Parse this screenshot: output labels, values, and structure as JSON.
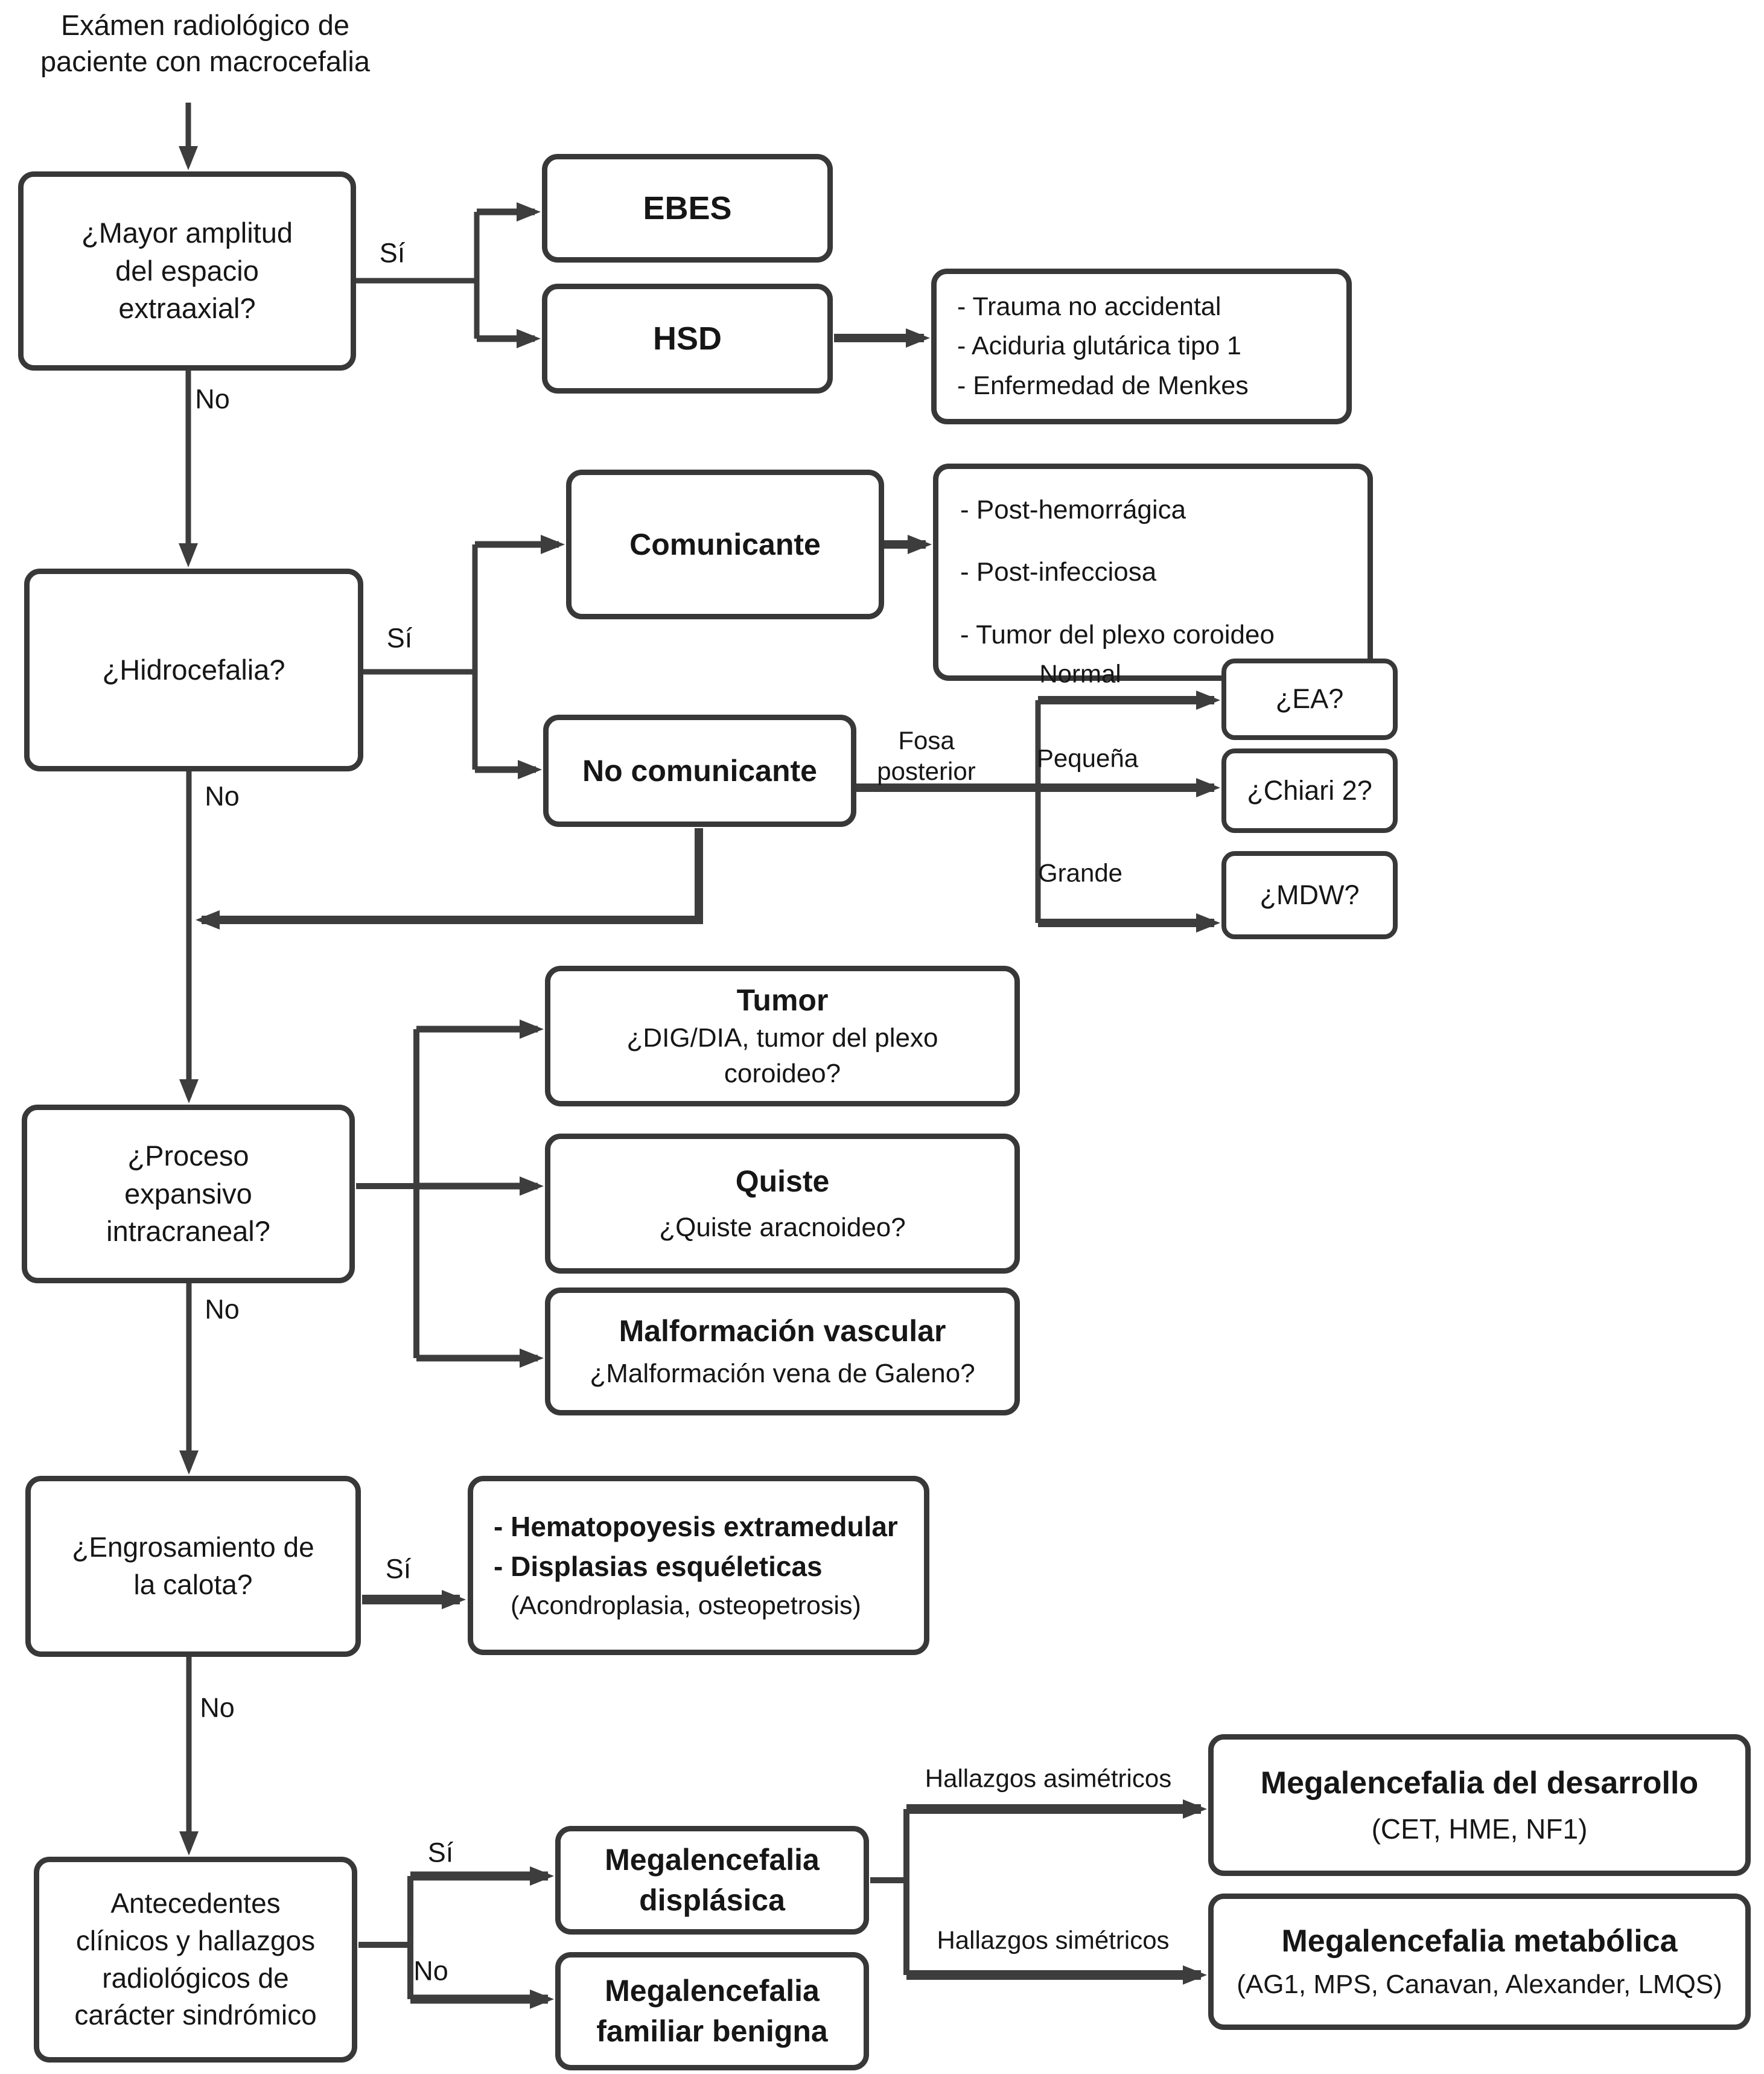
{
  "colors": {
    "background": "#ffffff",
    "line": "#3d3d3d",
    "text": "#161616"
  },
  "title": "Exámen radiológico de\npaciente con macrocefalia",
  "edge_labels": {
    "si": "Sí",
    "no": "No",
    "fosa_posterior": "Fosa\nposterior",
    "normal": "Normal",
    "pequena": "Pequeña",
    "grande": "Grande",
    "hallazgos_asimetricos": "Hallazgos asimétricos",
    "hallazgos_simetricos": "Hallazgos simétricos"
  },
  "nodes": {
    "mayor_amplitud": {
      "text": "¿Mayor amplitud\ndel espacio\nextraaxial?"
    },
    "ebes": {
      "text": "EBES"
    },
    "hsd": {
      "text": "HSD"
    },
    "hsd_causes": {
      "items": [
        "- Trauma no accidental",
        "- Aciduria glutárica tipo 1",
        "- Enfermedad de Menkes"
      ]
    },
    "hidrocefalia": {
      "text": "¿Hidrocefalia?"
    },
    "comunicante": {
      "text": "Comunicante"
    },
    "comunicante_causes": {
      "items": [
        "- Post-hemorrágica",
        "- Post-infecciosa",
        "- Tumor del plexo coroideo"
      ]
    },
    "no_comunicante": {
      "text": "No comunicante"
    },
    "ea": {
      "text": "¿EA?"
    },
    "chiari": {
      "text": "¿Chiari 2?"
    },
    "mdw": {
      "text": "¿MDW?"
    },
    "proceso_expansivo": {
      "text": "¿Proceso\nexpansivo\nintracraneal?"
    },
    "tumor": {
      "title": "Tumor",
      "subtitle": "¿DIG/DIA, tumor del plexo\ncoroideo?"
    },
    "quiste": {
      "title": "Quiste",
      "subtitle": "¿Quiste aracnoideo?"
    },
    "malformacion_vascular": {
      "title": "Malformación vascular",
      "subtitle": "¿Malformación vena de Galeno?"
    },
    "engrosamiento": {
      "text": "¿Engrosamiento de\nla calota?"
    },
    "calota_causes": {
      "line1": "- Hematopoyesis extramedular",
      "line2": "- Displasias esquéleticas",
      "line3": "(Acondroplasia, osteopetrosis)"
    },
    "antecedentes": {
      "text": "Antecedentes\nclínicos y hallazgos\nradiológicos de\ncarácter sindrómico"
    },
    "megalencefalia_displasica": {
      "text": "Megalencefalia\ndisplásica"
    },
    "megalencefalia_familiar": {
      "text": "Megalencefalia\nfamiliar benigna"
    },
    "megalencefalia_desarrollo": {
      "title": "Megalencefalia del desarrollo",
      "subtitle": "(CET, HME, NF1)"
    },
    "megalencefalia_metabolica": {
      "title": "Megalencefalia metabólica",
      "subtitle": "(AG1, MPS, Canavan, Alexander, LMQS)"
    }
  }
}
